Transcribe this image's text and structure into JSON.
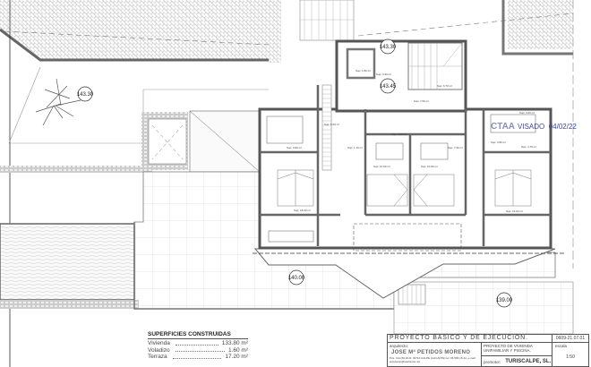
{
  "drawing": {
    "levels": [
      "143.30",
      "143.30",
      "143.45",
      "140.00",
      "139.00"
    ],
    "rooms": [
      "Sup: 1.80 m²",
      "Sup: 3.30 m²",
      "Sup: 6.70 m²",
      "Sup: 7.60 m²",
      "Sup: 5.00 m²",
      "Sup: 3.90 m²",
      "Sup: 1.70 m²",
      "Sup: 3.20 m²",
      "Sup: 4.20 m²",
      "Sup: 3.80 m²",
      "Sup: 4.70 m²",
      "Sup: 7.60 m²",
      "Sup: 18.00 m²",
      "Sup: 10.60 m²",
      "Sup: 10.80 m²",
      "Sup: 16.00 m²"
    ]
  },
  "areas": {
    "title": "SUPERFICIES CONSTRUIDAS",
    "rows": [
      {
        "label": "Vivienda",
        "value": "133.80 m²"
      },
      {
        "label": "Voladizo",
        "value": "1.60 m²"
      },
      {
        "label": "Terraza",
        "value": "17.20 m²"
      }
    ]
  },
  "title_block": {
    "project_type": "PROYECTO BÁSICO Y DE EJECUCIÓN.",
    "code": "0609-21.07.01",
    "architect_label": "arquitecto:",
    "architect_name": "JOSE Mª PETIDOS MORENO",
    "architect_address": "Pza. CALITA 20-D. 03710 CALPE (ALICANTE) tel. 96 583 16 44, e-mail: arquitecto@telefonica.net",
    "project": "PROYECTO DE VIVIENDA UNIFAMILIAR Y PISCINA.",
    "promoter_label": "promotor:",
    "promoter": "TURISCALPE, SL.",
    "scale_label": "escala",
    "scale": "1:50"
  },
  "stamp": {
    "text": "VISADO",
    "date": "04/02/22",
    "org": "CTAA"
  }
}
